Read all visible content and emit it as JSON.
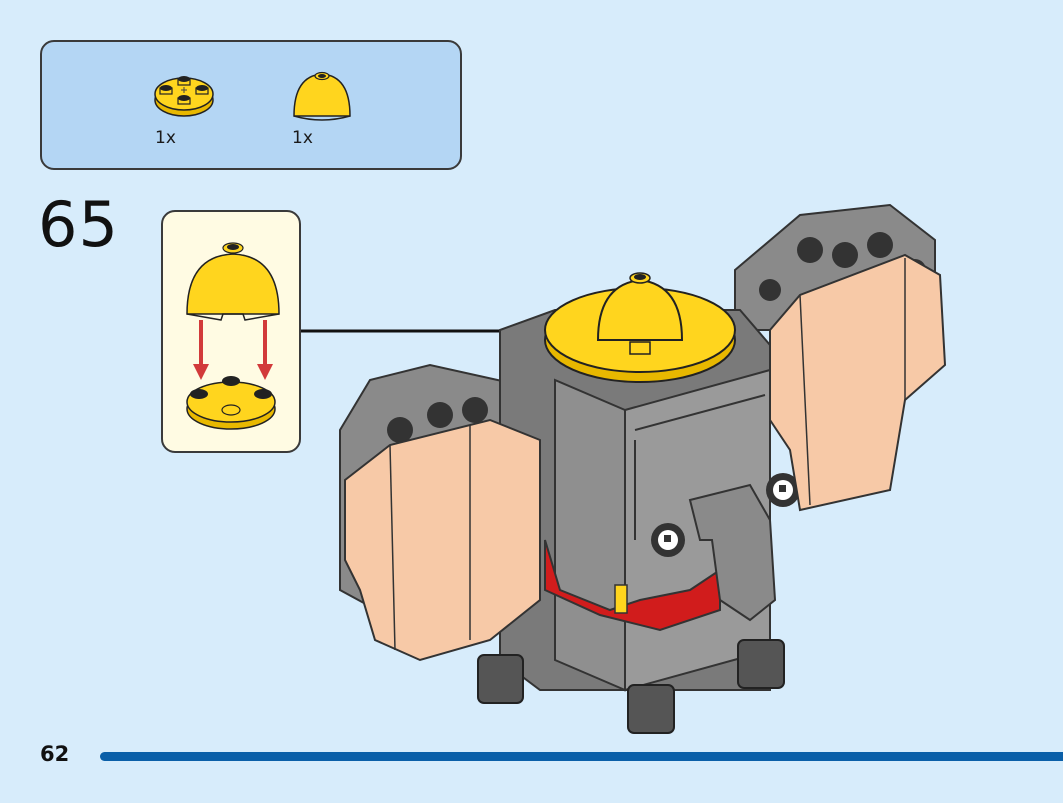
{
  "parts_list": {
    "items": [
      {
        "icon": "round-plate-2x2-yellow-icon",
        "qty": "1x"
      },
      {
        "icon": "dome-brick-2x2-yellow-icon",
        "qty": "1x"
      }
    ]
  },
  "step": {
    "number": "65",
    "subassembly_icon": "dome-onto-round-plate-icon",
    "arrow_color": "#d23a3a"
  },
  "model": {
    "icon": "brickheadz-elephant-model-icon",
    "colors": {
      "gray": "#8a8a8a",
      "dark_gray": "#555555",
      "peach": "#f7c9a7",
      "yellow": "#ffd51e",
      "red": "#d11c1c"
    }
  },
  "footer": {
    "page_number": "62",
    "bar_color": "#0a5fa8"
  }
}
